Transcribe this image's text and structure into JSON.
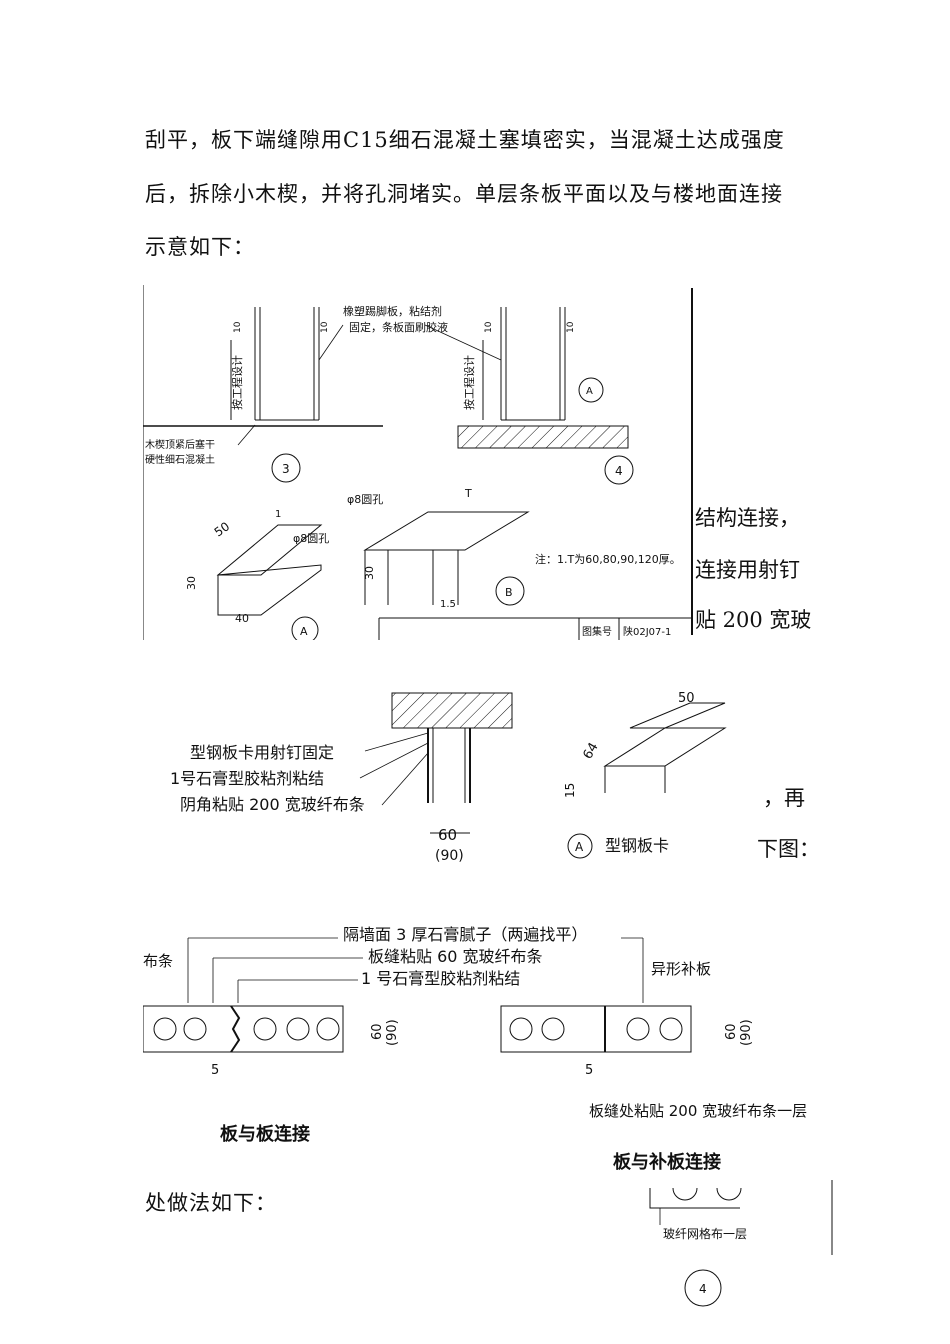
{
  "paragraphs": [
    "刮平，板下端缝隙用C15细石混凝土塞填密实，当混凝土达成强度",
    "后，拆除小木楔，并将孔洞堵实。单层条板平面以及与楼地面连接",
    "示意如下："
  ],
  "fig1": {
    "label_top": "橡塑踢脚板，粘结剂",
    "label_top2": "固定，条板面刷胶液",
    "dim_10": "10",
    "design_note": "按工程设计",
    "wedge_label1": "木楔顶紧后塞干",
    "wedge_label2": "硬性细石混凝土",
    "circle3": "3",
    "circle4": "4",
    "circleA": "A",
    "angle_50": "50",
    "angle_30": "30",
    "angle_40": "40",
    "angle_1": "1",
    "hole_label": "φ8圆孔",
    "hole_label2": "φ8圆孔",
    "dim_T": "T",
    "dim_1_5": "1.5",
    "note": "注：1.T为60,80,90,120厚。",
    "circleB": "B",
    "circleA2": "A",
    "title_label": "图集号",
    "title_code": "陕02J07-1"
  },
  "frag1": [
    "结构连接，",
    "连接用射钉",
    "贴 200 宽玻"
  ],
  "fig2": {
    "label1": "型钢板卡用射钉固定",
    "label2": "1号石膏型胶粘剂粘结",
    "label3": "阴角粘贴 200 宽玻纤布条",
    "dim_60": "60",
    "dim_90": "(90)",
    "dim_50": "50",
    "dim_64": "64",
    "dim_15": "15",
    "circleA": "A",
    "clip_label": "型钢板卡"
  },
  "frag2": [
    "，再",
    "下图："
  ],
  "fig3": {
    "label1": "隔墙面 3 厚石膏腻子（两遍找平）",
    "label2": "板缝粘贴 60 宽玻纤布条",
    "label3": "1 号石膏型胶粘剂粘结",
    "label_left": "布条",
    "label_right": "异形补板",
    "dim_60": "60",
    "dim_90": "(90)",
    "dim_5": "5",
    "bottom_label": "板缝处粘贴 200 宽玻纤布条一层",
    "caption_left": "板与板连接",
    "caption_right": "板与补板连接"
  },
  "last_text": "处做法如下：",
  "fig4": {
    "label": "玻纤网格布一层",
    "circle": "4"
  }
}
